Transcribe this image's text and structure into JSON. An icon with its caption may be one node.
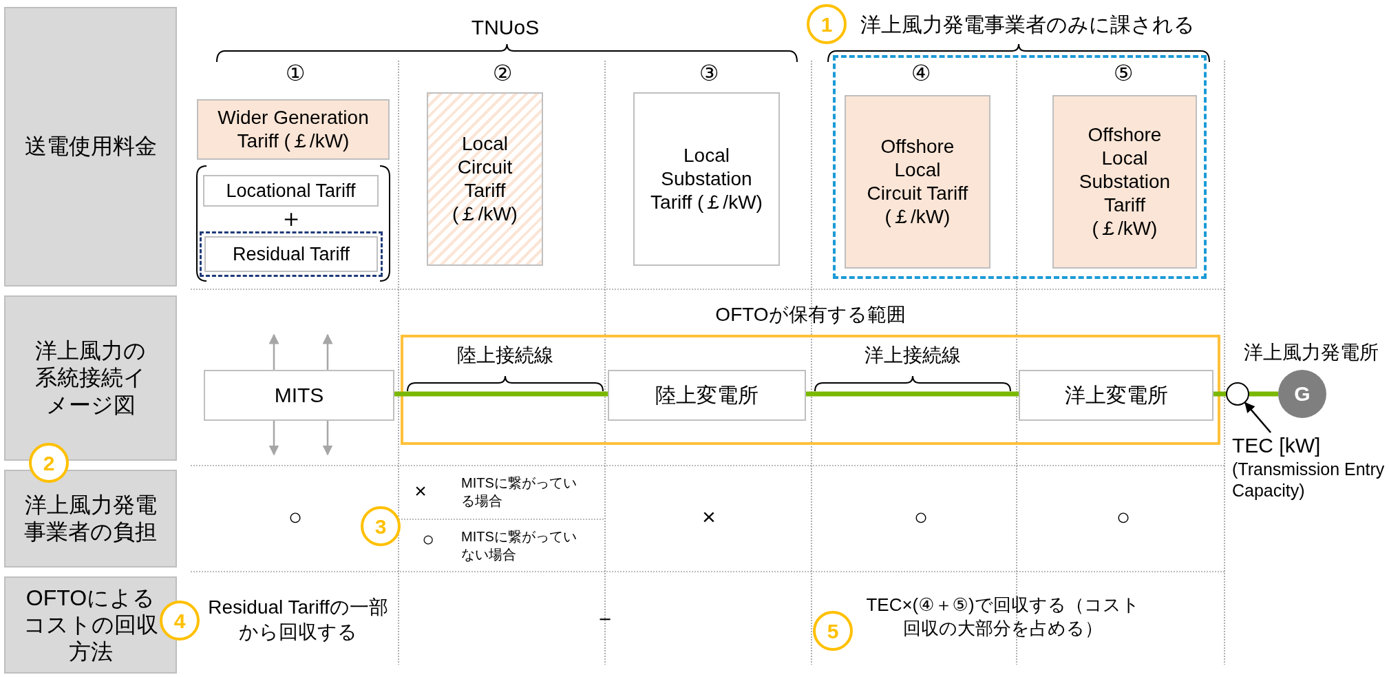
{
  "diagram": {
    "nodes": [
      {
        "text": [
          "送電使用料金"
        ]
      },
      {
        "text": [
          "洋上風力の系統接続イメージ図"
        ]
      },
      {
        "text": [
          "洋上風力発電事業者の負担"
        ]
      },
      {
        "text": [
          "OFTOによるコストの回収方法"
        ]
      },
      {
        "text": [
          "Wider Generation Tariff (￡/kW)"
        ]
      },
      {
        "text": [
          "Locational Tariff"
        ]
      },
      {
        "text": [
          "Residual Tariff"
        ]
      },
      {
        "text": [
          "Local Circuit Tariff (￡/kW)"
        ]
      },
      {
        "text": [
          "Local Substation Tariff (￡/kW)"
        ]
      },
      {
        "text": [],
        "shape": "box"
      },
      {
        "text": [
          "Offshore Local Circuit Tariff (￡/kW)"
        ],
        "in": 9
      },
      {
        "text": [
          "Offshore Local Substation Tariff (￡/kW)"
        ],
        "in": 9
      },
      {
        "text": [
          "OFTOが保有する範囲"
        ]
      },
      {
        "text": [
          "MITS"
        ]
      },
      {
        "text": [
          "陸上変電所"
        ],
        "in": 12
      },
      {
        "text": [
          "洋上変電所"
        ],
        "in": 12
      },
      {
        "text": [],
        "shape": "circle"
      },
      {
        "text": [
          "G"
        ],
        "beside": [
          "洋上風力発電所"
        ]
      },
      {
        "text": [
          "TEC [kW]",
          "(Transmission Entry Capacity)"
        ]
      }
    ],
    "edges": [
      {
        "from": 13,
        "to": 14,
        "arrow": "none",
        "style": "thick",
        "color": "#7ab800"
      },
      {
        "from": 14,
        "to": 15,
        "arrow": "none",
        "style": "thick",
        "color": "#7ab800"
      },
      {
        "from": 15,
        "to": 16,
        "arrow": "none",
        "style": "thick",
        "color": "#7ab800"
      },
      {
        "from": 16,
        "to": 17,
        "arrow": "none",
        "style": "thick",
        "color": "#7ab800"
      },
      {
        "from": 13,
        "to": null,
        "arrow": "to",
        "color": "#a6a6a6"
      },
      {
        "from": 13,
        "to": null,
        "arrow": "to",
        "color": "#a6a6a6"
      },
      {
        "from": 13,
        "to": null,
        "arrow": "to",
        "color": "#a6a6a6"
      },
      {
        "from": 13,
        "to": null,
        "arrow": "to",
        "color": "#a6a6a6"
      },
      {
        "from": 18,
        "to": 16,
        "arrow": "to",
        "color": "#000000"
      }
    ],
    "labels": [
      "TNUoS",
      "1",
      "洋上風力発電事業者のみに課される",
      "①",
      "②",
      "③",
      "④",
      "⑤",
      "＋",
      "陸上接続線",
      "洋上接続線",
      "2",
      "○",
      "×",
      "MITSに繋がっている場合",
      "3",
      "○",
      "MITSに繋がっていない場合",
      "×",
      "○",
      "○",
      "4",
      "Residual Tariffの一部から回収する",
      "－",
      "5",
      "TEC×(④＋⑤)で回収する（コスト回収の大部分を占める）"
    ]
  }
}
